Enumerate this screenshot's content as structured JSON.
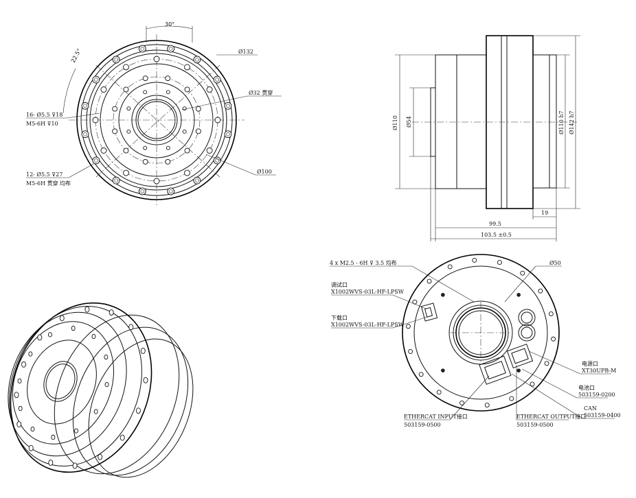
{
  "front_view": {
    "angle_30": "30°",
    "angle_22_5": "22.5°",
    "dia_132": "Ø132",
    "dia_32": "Ø32 贯穿",
    "dia_100": "Ø100",
    "holes_16_line1": "16- Ø5.5 ⊽18",
    "holes_16_line2": "M5-6H ⊽10",
    "holes_12_line1": "12- Ø5.5 ⊽27",
    "holes_12_line2": "M5-6H 贯穿 均布"
  },
  "side_view": {
    "dia_110": "Ø110",
    "dia_54": "Ø54",
    "dia_110h7": "Ø110 h7",
    "dia_142h7": "Ø142 h7",
    "len_19": "19",
    "len_99_5": "99.5",
    "len_103_5": "103.5 ±0.5"
  },
  "rear_view": {
    "thread_note": "4 x  M2.5 - 6H ⊽ 3.5 均布",
    "dia_50": "Ø50",
    "debug_port_name": "调试口",
    "debug_port_code": "X1002WVS-03L-HF-LPSW",
    "download_port_name": "下载口",
    "download_port_code": "X1002WVS-03L-HF-LPSW",
    "power_port_name": "电源口",
    "power_port_code": "XT30UPB-M",
    "battery_port_name": "电池口",
    "battery_port_code": "503159-0200",
    "can_port_name": "CAN",
    "can_port_code": "503159-0400",
    "ecat_in_name": "ETHERCAT INPUT接口",
    "ecat_in_code": "503159-0500",
    "ecat_out_name": "ETHERCAT OUTPUT接口",
    "ecat_out_code": "503159-0500"
  }
}
